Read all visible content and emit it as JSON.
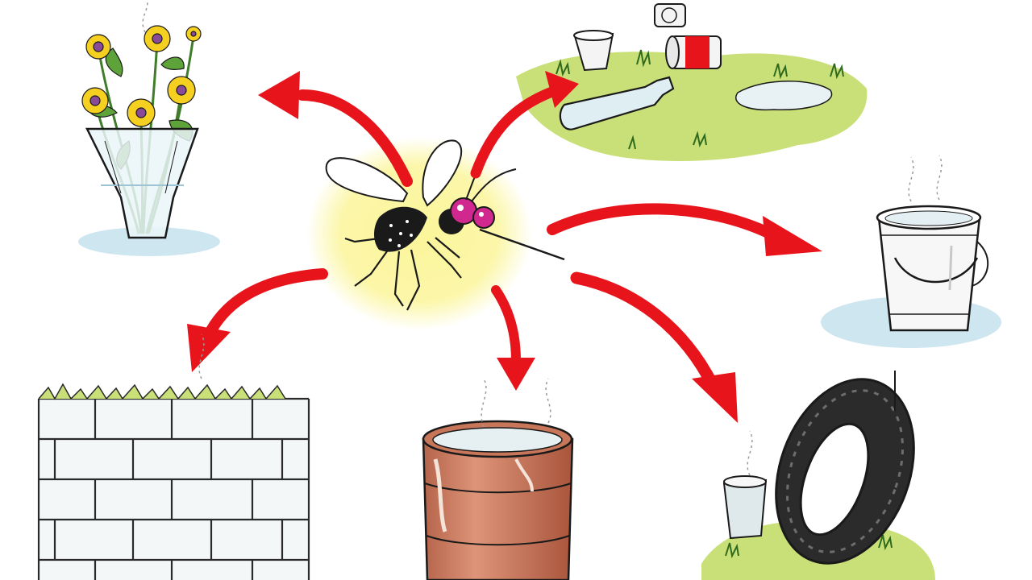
{
  "illustration": {
    "subject": "mosquito",
    "breeding_sites": [
      "flower-vase",
      "litter-patch",
      "water-bucket",
      "old-tyre",
      "oil-drum",
      "brick-wall"
    ]
  },
  "colors": {
    "background": "#ffffff",
    "arrow": "#e8141c",
    "halo": "#fbf59a",
    "mosquito_eye": "#d0288e",
    "grass": "#c9df78",
    "puddle": "#cde6ef",
    "drum": "#c8765a",
    "line": "#1a1a1a"
  }
}
